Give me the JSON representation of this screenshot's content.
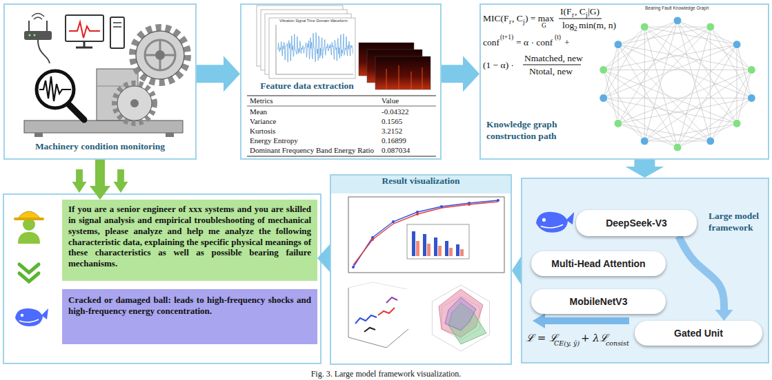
{
  "diagram": {
    "caption": "Fig. 3. Large model framework visualization.",
    "nodes": [
      {
        "text": [
          "Machinery condition monitoring"
        ]
      },
      {
        "text": [
          "Feature data extraction"
        ]
      },
      {
        "text": [
          "Knowledge graph construction path"
        ]
      },
      {
        "text": [
          "If you are a senior engineer of xxx systems and you are skilled in signal analysis and empirical troubleshooting of mechanical systems, please analyze and help me analyze the following characteristic data, explaining the specific physical meanings of these characteristics as well as possible bearing failure mechanisms."
        ]
      },
      {
        "text": [
          "Cracked or damaged ball: leads to high-frequency shocks and high-frequency energy concentration."
        ]
      },
      {
        "text": [
          "Result visualization"
        ]
      },
      {
        "text": [
          "Large model framework"
        ]
      },
      {
        "text": [
          "DeepSeek-V3"
        ],
        "in": 6
      },
      {
        "text": [
          "Multi-Head Attention"
        ],
        "in": 6
      },
      {
        "text": [
          "MobileNetV3"
        ],
        "in": 6
      },
      {
        "text": [
          "Gated Unit"
        ],
        "in": 6
      }
    ],
    "edges": [
      {
        "from": 0,
        "to": 1,
        "arrow": "to"
      },
      {
        "from": 1,
        "to": 2,
        "arrow": "to"
      },
      {
        "from": 2,
        "to": 6,
        "arrow": "to"
      },
      {
        "from": 6,
        "to": 5,
        "arrow": "to"
      },
      {
        "from": 5,
        "to": 3,
        "arrow": "to"
      },
      {
        "from": 0,
        "to": 3,
        "arrow": "to"
      },
      {
        "from": 7,
        "to": 10,
        "arrow": "to"
      }
    ],
    "labels": [
      "Metrics",
      "Value",
      "Mean",
      "-0.04322",
      "Variance",
      "0.1565",
      "Kurtosis",
      "3.2152",
      "Energy Entropy",
      "0.16899",
      "Dominant Frequency Band Energy Ratio",
      "0.087034",
      "MIC(F",
      "r",
      ", C",
      "j",
      ") = max",
      "G",
      "I(F",
      "r",
      ", C",
      "j",
      "|G)",
      "log",
      "2",
      "min(m, n)",
      "conf",
      "(t+1)",
      "= α · conf",
      "(t)",
      "+",
      "(1 − α) ·",
      "Nmatched, new",
      "Ntotal, new",
      "Bearing Fault Knowledge Graph",
      "ℒ = ℒ",
      "CE(y, ŷ)",
      "+ λℒ",
      "consist",
      "Vibration Signal Time Domain Waveform"
    ]
  }
}
